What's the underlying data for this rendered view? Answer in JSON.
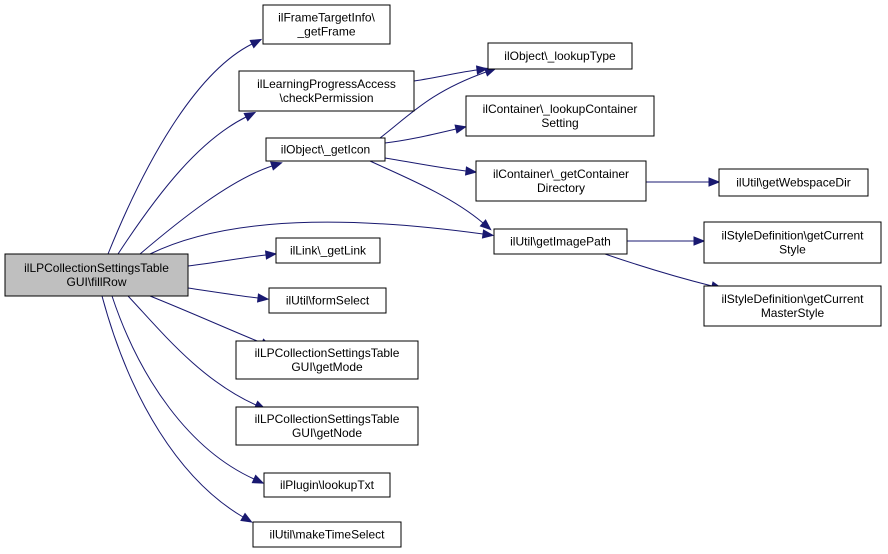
{
  "diagram": {
    "type": "call-graph",
    "colors": {
      "edge": "#191970",
      "root_fill": "#bfbfbf",
      "node_fill": "#ffffff",
      "border": "#000000"
    },
    "nodes": {
      "root": {
        "lines": [
          "ilLPCollectionSettingsTable",
          "GUI\\fillRow"
        ],
        "interactable": true
      },
      "frameTarget": {
        "lines": [
          "ilFrameTargetInfo\\",
          "_getFrame"
        ],
        "interactable": true
      },
      "lpAccess": {
        "lines": [
          "ilLearningProgressAccess",
          "\\checkPermission"
        ],
        "interactable": true
      },
      "getIcon": {
        "lines": [
          "ilObject\\_getIcon"
        ],
        "interactable": true
      },
      "getLink": {
        "lines": [
          "ilLink\\_getLink"
        ],
        "interactable": true
      },
      "formSelect": {
        "lines": [
          "ilUtil\\formSelect"
        ],
        "interactable": true
      },
      "getMode": {
        "lines": [
          "ilLPCollectionSettingsTable",
          "GUI\\getMode"
        ],
        "interactable": true
      },
      "getNode": {
        "lines": [
          "ilLPCollectionSettingsTable",
          "GUI\\getNode"
        ],
        "interactable": true
      },
      "lookupTxt": {
        "lines": [
          "ilPlugin\\lookupTxt"
        ],
        "interactable": true
      },
      "makeTimeSelect": {
        "lines": [
          "ilUtil\\makeTimeSelect"
        ],
        "interactable": true
      },
      "lookupType": {
        "lines": [
          "ilObject\\_lookupType"
        ],
        "interactable": true
      },
      "lookupContainer": {
        "lines": [
          "ilContainer\\_lookupContainer",
          "Setting"
        ],
        "interactable": true
      },
      "containerDir": {
        "lines": [
          "ilContainer\\_getContainer",
          "Directory"
        ],
        "interactable": true
      },
      "imagePath": {
        "lines": [
          "ilUtil\\getImagePath"
        ],
        "interactable": true
      },
      "webspaceDir": {
        "lines": [
          "ilUtil\\getWebspaceDir"
        ],
        "interactable": true
      },
      "currentStyle": {
        "lines": [
          "ilStyleDefinition\\getCurrent",
          "Style"
        ],
        "interactable": true
      },
      "currentMaster": {
        "lines": [
          "ilStyleDefinition\\getCurrent",
          "MasterStyle"
        ],
        "interactable": true
      }
    },
    "edges": [
      {
        "from": "root",
        "to": "frameTarget"
      },
      {
        "from": "root",
        "to": "lpAccess"
      },
      {
        "from": "root",
        "to": "getIcon"
      },
      {
        "from": "root",
        "to": "imagePath"
      },
      {
        "from": "root",
        "to": "getLink"
      },
      {
        "from": "root",
        "to": "formSelect"
      },
      {
        "from": "root",
        "to": "getMode"
      },
      {
        "from": "root",
        "to": "getNode"
      },
      {
        "from": "root",
        "to": "lookupTxt"
      },
      {
        "from": "root",
        "to": "makeTimeSelect"
      },
      {
        "from": "lpAccess",
        "to": "lookupType"
      },
      {
        "from": "getIcon",
        "to": "lookupType"
      },
      {
        "from": "getIcon",
        "to": "lookupContainer"
      },
      {
        "from": "getIcon",
        "to": "containerDir"
      },
      {
        "from": "getIcon",
        "to": "imagePath"
      },
      {
        "from": "containerDir",
        "to": "webspaceDir"
      },
      {
        "from": "imagePath",
        "to": "currentStyle"
      },
      {
        "from": "imagePath",
        "to": "currentMaster"
      }
    ]
  }
}
